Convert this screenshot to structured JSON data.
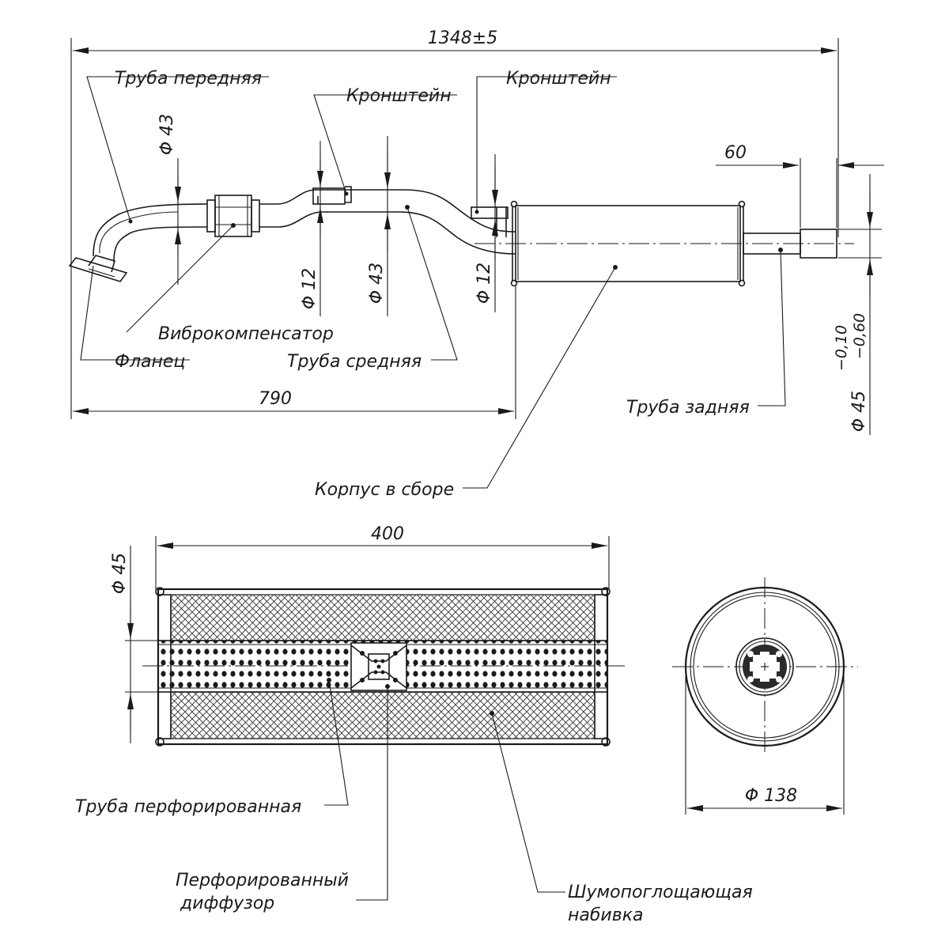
{
  "dimensions": {
    "overall_length": "1348±5",
    "front_pipe_dia": "Φ 43",
    "bracket1_dia": "Φ 12",
    "mid_pipe_dia": "Φ 43",
    "bracket2_dia": "Φ 12",
    "to_body": "790",
    "tail_stub": "60",
    "tail_dia": "Φ 45",
    "tail_tol_upper": "−0,10",
    "tail_tol_lower": "−0,60",
    "section_length": "400",
    "section_pipe_dia": "Φ 45",
    "body_dia": "Φ 138"
  },
  "labels": {
    "front_pipe": "Труба передняя",
    "bracket1": "Кронштейн",
    "bracket2": "Кронштейн",
    "vibro": "Виброкомпенсатор",
    "flange": "Фланец",
    "mid_pipe": "Труба средняя",
    "rear_pipe": "Труба задняя",
    "body_assembly": "Корпус в сборе",
    "perforated_pipe": "Труба  перфорированная",
    "diffuser_line1": "Перфорированный",
    "diffuser_line2": "диффузор",
    "packing_line1": "Шумопоглощающая",
    "packing_line2": "набивка"
  }
}
